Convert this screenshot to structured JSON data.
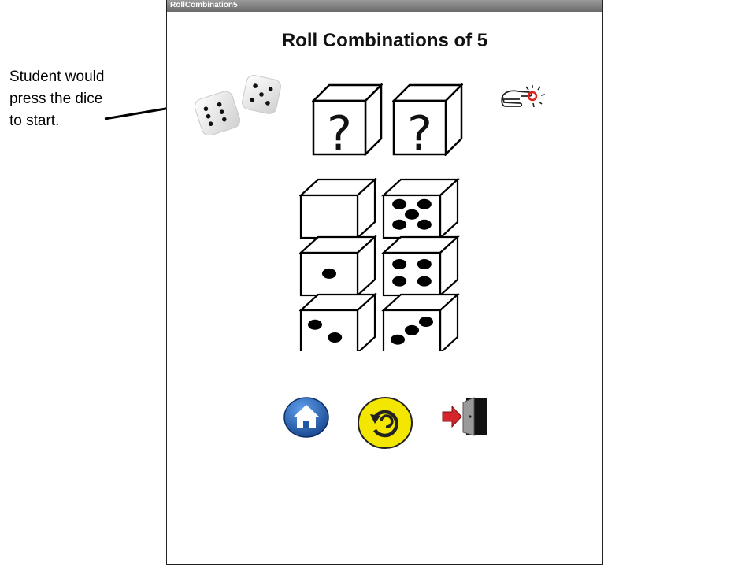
{
  "annotation": {
    "lines": [
      "Student would",
      "press the dice",
      "to start."
    ]
  },
  "window": {
    "title": "RollCombination5"
  },
  "page": {
    "title": "Roll Combinations of 5"
  },
  "question_dice": [
    {
      "symbol": "?"
    },
    {
      "symbol": "?"
    }
  ],
  "dice_grid": [
    {
      "value": 0
    },
    {
      "value": 5
    },
    {
      "value": 1
    },
    {
      "value": 4
    },
    {
      "value": 2
    },
    {
      "value": 3
    }
  ],
  "icons": {
    "roll": "dice-icon",
    "hint": "pointing-hand-icon",
    "home": "home-icon",
    "replay": "replay-icon",
    "exit": "exit-door-icon"
  },
  "colors": {
    "home_blue": "#1f57a8",
    "replay_yellow": "#f3e600",
    "exit_red": "#d4262a",
    "hint_red": "#e0201b"
  }
}
